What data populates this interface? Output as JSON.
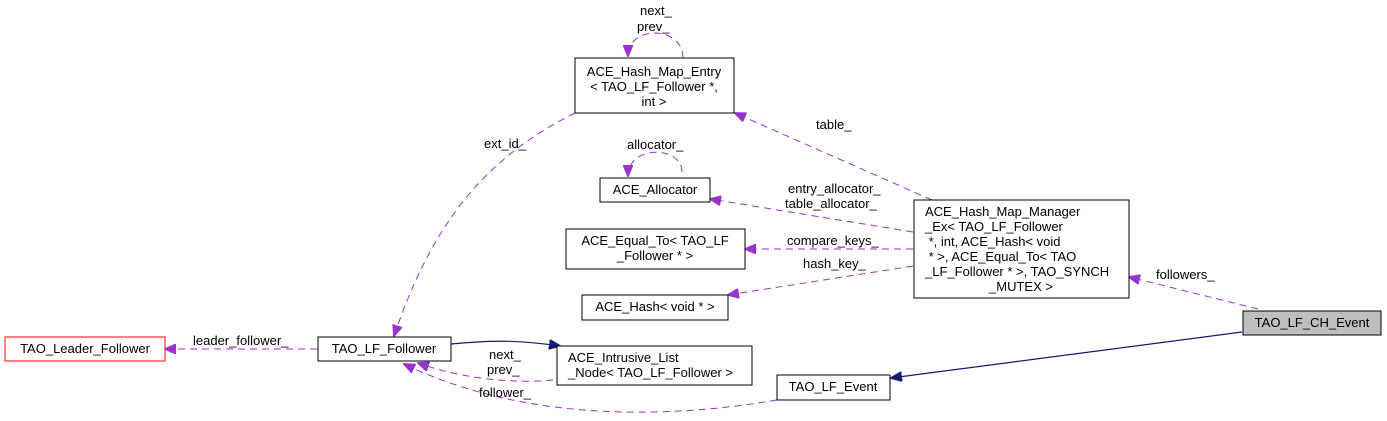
{
  "diagram": {
    "type": "collaboration-graph",
    "focus_class": "TAO_LF_CH_Event",
    "colors": {
      "usage_edge": "#9a32cd",
      "inheritance_edge": "#191970",
      "focus_fill": "#bfbfbf",
      "undocumented_border": "#ff0000"
    },
    "nodes": {
      "hash_map_entry": {
        "lines": [
          "ACE_Hash_Map_Entry",
          "< TAO_LF_Follower *,",
          "int >"
        ]
      },
      "allocator": {
        "lines": [
          "ACE_Allocator"
        ]
      },
      "equal_to": {
        "lines": [
          "ACE_Equal_To< TAO_LF",
          "_Follower * >"
        ]
      },
      "hash": {
        "lines": [
          "ACE_Hash< void * >"
        ]
      },
      "hash_map_manager": {
        "lines": [
          "ACE_Hash_Map_Manager",
          "_Ex< TAO_LF_Follower",
          " *, int, ACE_Hash< void",
          " * >, ACE_Equal_To< TAO",
          "_LF_Follower * >, TAO_SYNCH",
          "_MUTEX >"
        ]
      },
      "ch_event": {
        "lines": [
          "TAO_LF_CH_Event"
        ]
      },
      "leader_follower": {
        "lines": [
          "TAO_Leader_Follower"
        ]
      },
      "lf_follower": {
        "lines": [
          "TAO_LF_Follower"
        ]
      },
      "intrusive_list_node": {
        "lines": [
          "ACE_Intrusive_List",
          "_Node< TAO_LF_Follower >"
        ]
      },
      "lf_event": {
        "lines": [
          "TAO_LF_Event"
        ]
      }
    },
    "edge_labels": {
      "entry_self": [
        "next_",
        "prev_"
      ],
      "allocator_self": [
        "allocator_"
      ],
      "ext_id": [
        "ext_id_"
      ],
      "table": [
        "table_"
      ],
      "allocators": [
        "entry_allocator_",
        "table_allocator_"
      ],
      "compare_keys": [
        "compare_keys_"
      ],
      "hash_key": [
        "hash_key_"
      ],
      "followers": [
        "followers_"
      ],
      "leader_follower": [
        "leader_follower_"
      ],
      "list_node": [
        "next_",
        "prev_"
      ],
      "follower": [
        "follower_"
      ]
    }
  }
}
